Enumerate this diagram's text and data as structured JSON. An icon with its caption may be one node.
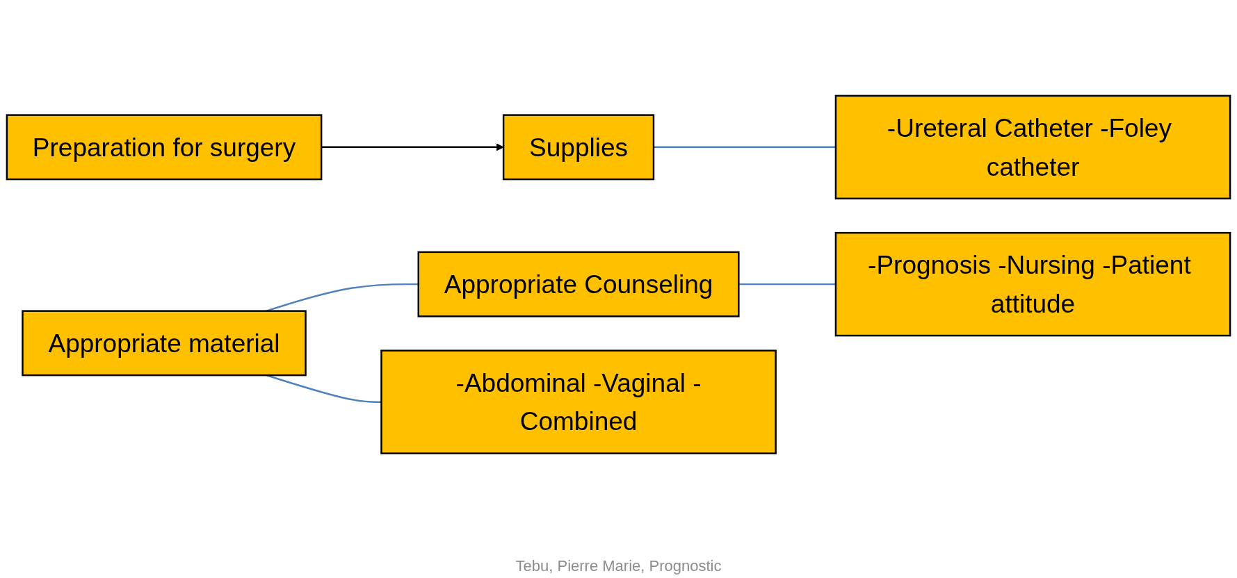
{
  "diagram": {
    "nodes": [
      {
        "text": [
          "Preparation for surgery"
        ]
      },
      {
        "text": [
          "Appropriate material"
        ]
      },
      {
        "text": [
          "Supplies"
        ]
      },
      {
        "text": [
          "Appropriate Counseling"
        ]
      },
      {
        "text": [
          "-Abdominal -Vaginal -Combined"
        ]
      },
      {
        "text": [
          "-Ureteral Catheter -Foley catheter"
        ]
      },
      {
        "text": [
          "-Prognosis -Nursing -Patient attitude"
        ]
      }
    ],
    "edges": [
      {
        "from": 0,
        "to": 2,
        "arrow": "to",
        "color": "#000000"
      },
      {
        "from": 1,
        "to": 3,
        "arrow": "none"
      },
      {
        "from": 1,
        "to": 4,
        "arrow": "none"
      },
      {
        "from": 2,
        "to": 5,
        "arrow": "none"
      },
      {
        "from": 3,
        "to": 6,
        "arrow": "none"
      }
    ],
    "labels": [
      "Tebu, Pierre Marie, Prognostic"
    ]
  }
}
